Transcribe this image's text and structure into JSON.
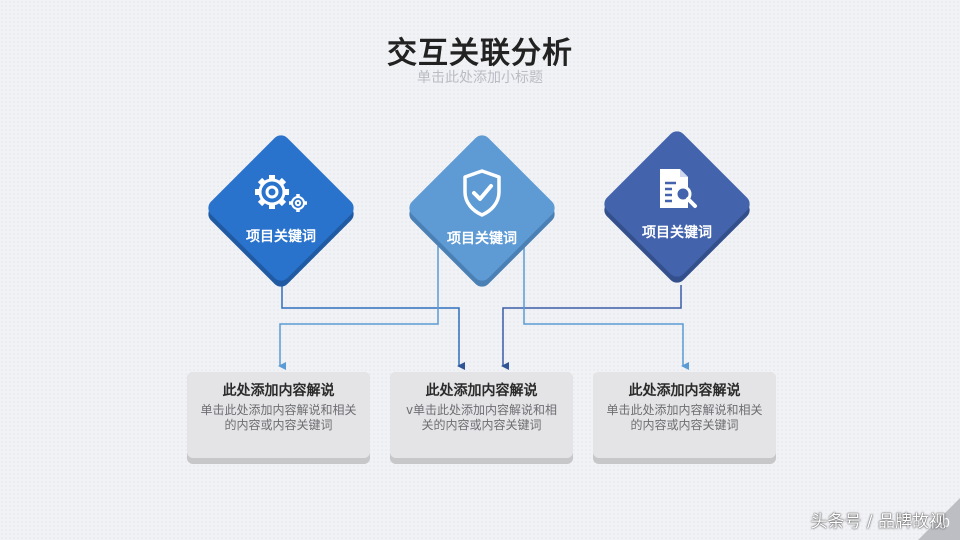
{
  "header": {
    "title": "交互关联分析",
    "subtitle": "单击此处添加小标题"
  },
  "diamonds": [
    {
      "label": "项目关键词",
      "icon": "gears-icon",
      "color": "#2a73cc",
      "shadow": "#1f5aa3"
    },
    {
      "label": "项目关键词",
      "icon": "shield-check-icon",
      "color": "#5e9bd5",
      "shadow": "#4b80b5"
    },
    {
      "label": "项目关键词",
      "icon": "document-search-icon",
      "color": "#4364ad",
      "shadow": "#34508c"
    }
  ],
  "cards": [
    {
      "title": "此处添加内容解说",
      "text": "单击此处添加内容解说和相关的内容或内容关键词"
    },
    {
      "title": "此处添加内容解说",
      "text": "v单击此处添加内容解说和相关的内容或内容关键词"
    },
    {
      "title": "此处添加内容解说",
      "text": "单击此处添加内容解说和相关的内容或内容关键词"
    }
  ],
  "page_number": "10",
  "watermark": "头条号 / 品牌故视"
}
